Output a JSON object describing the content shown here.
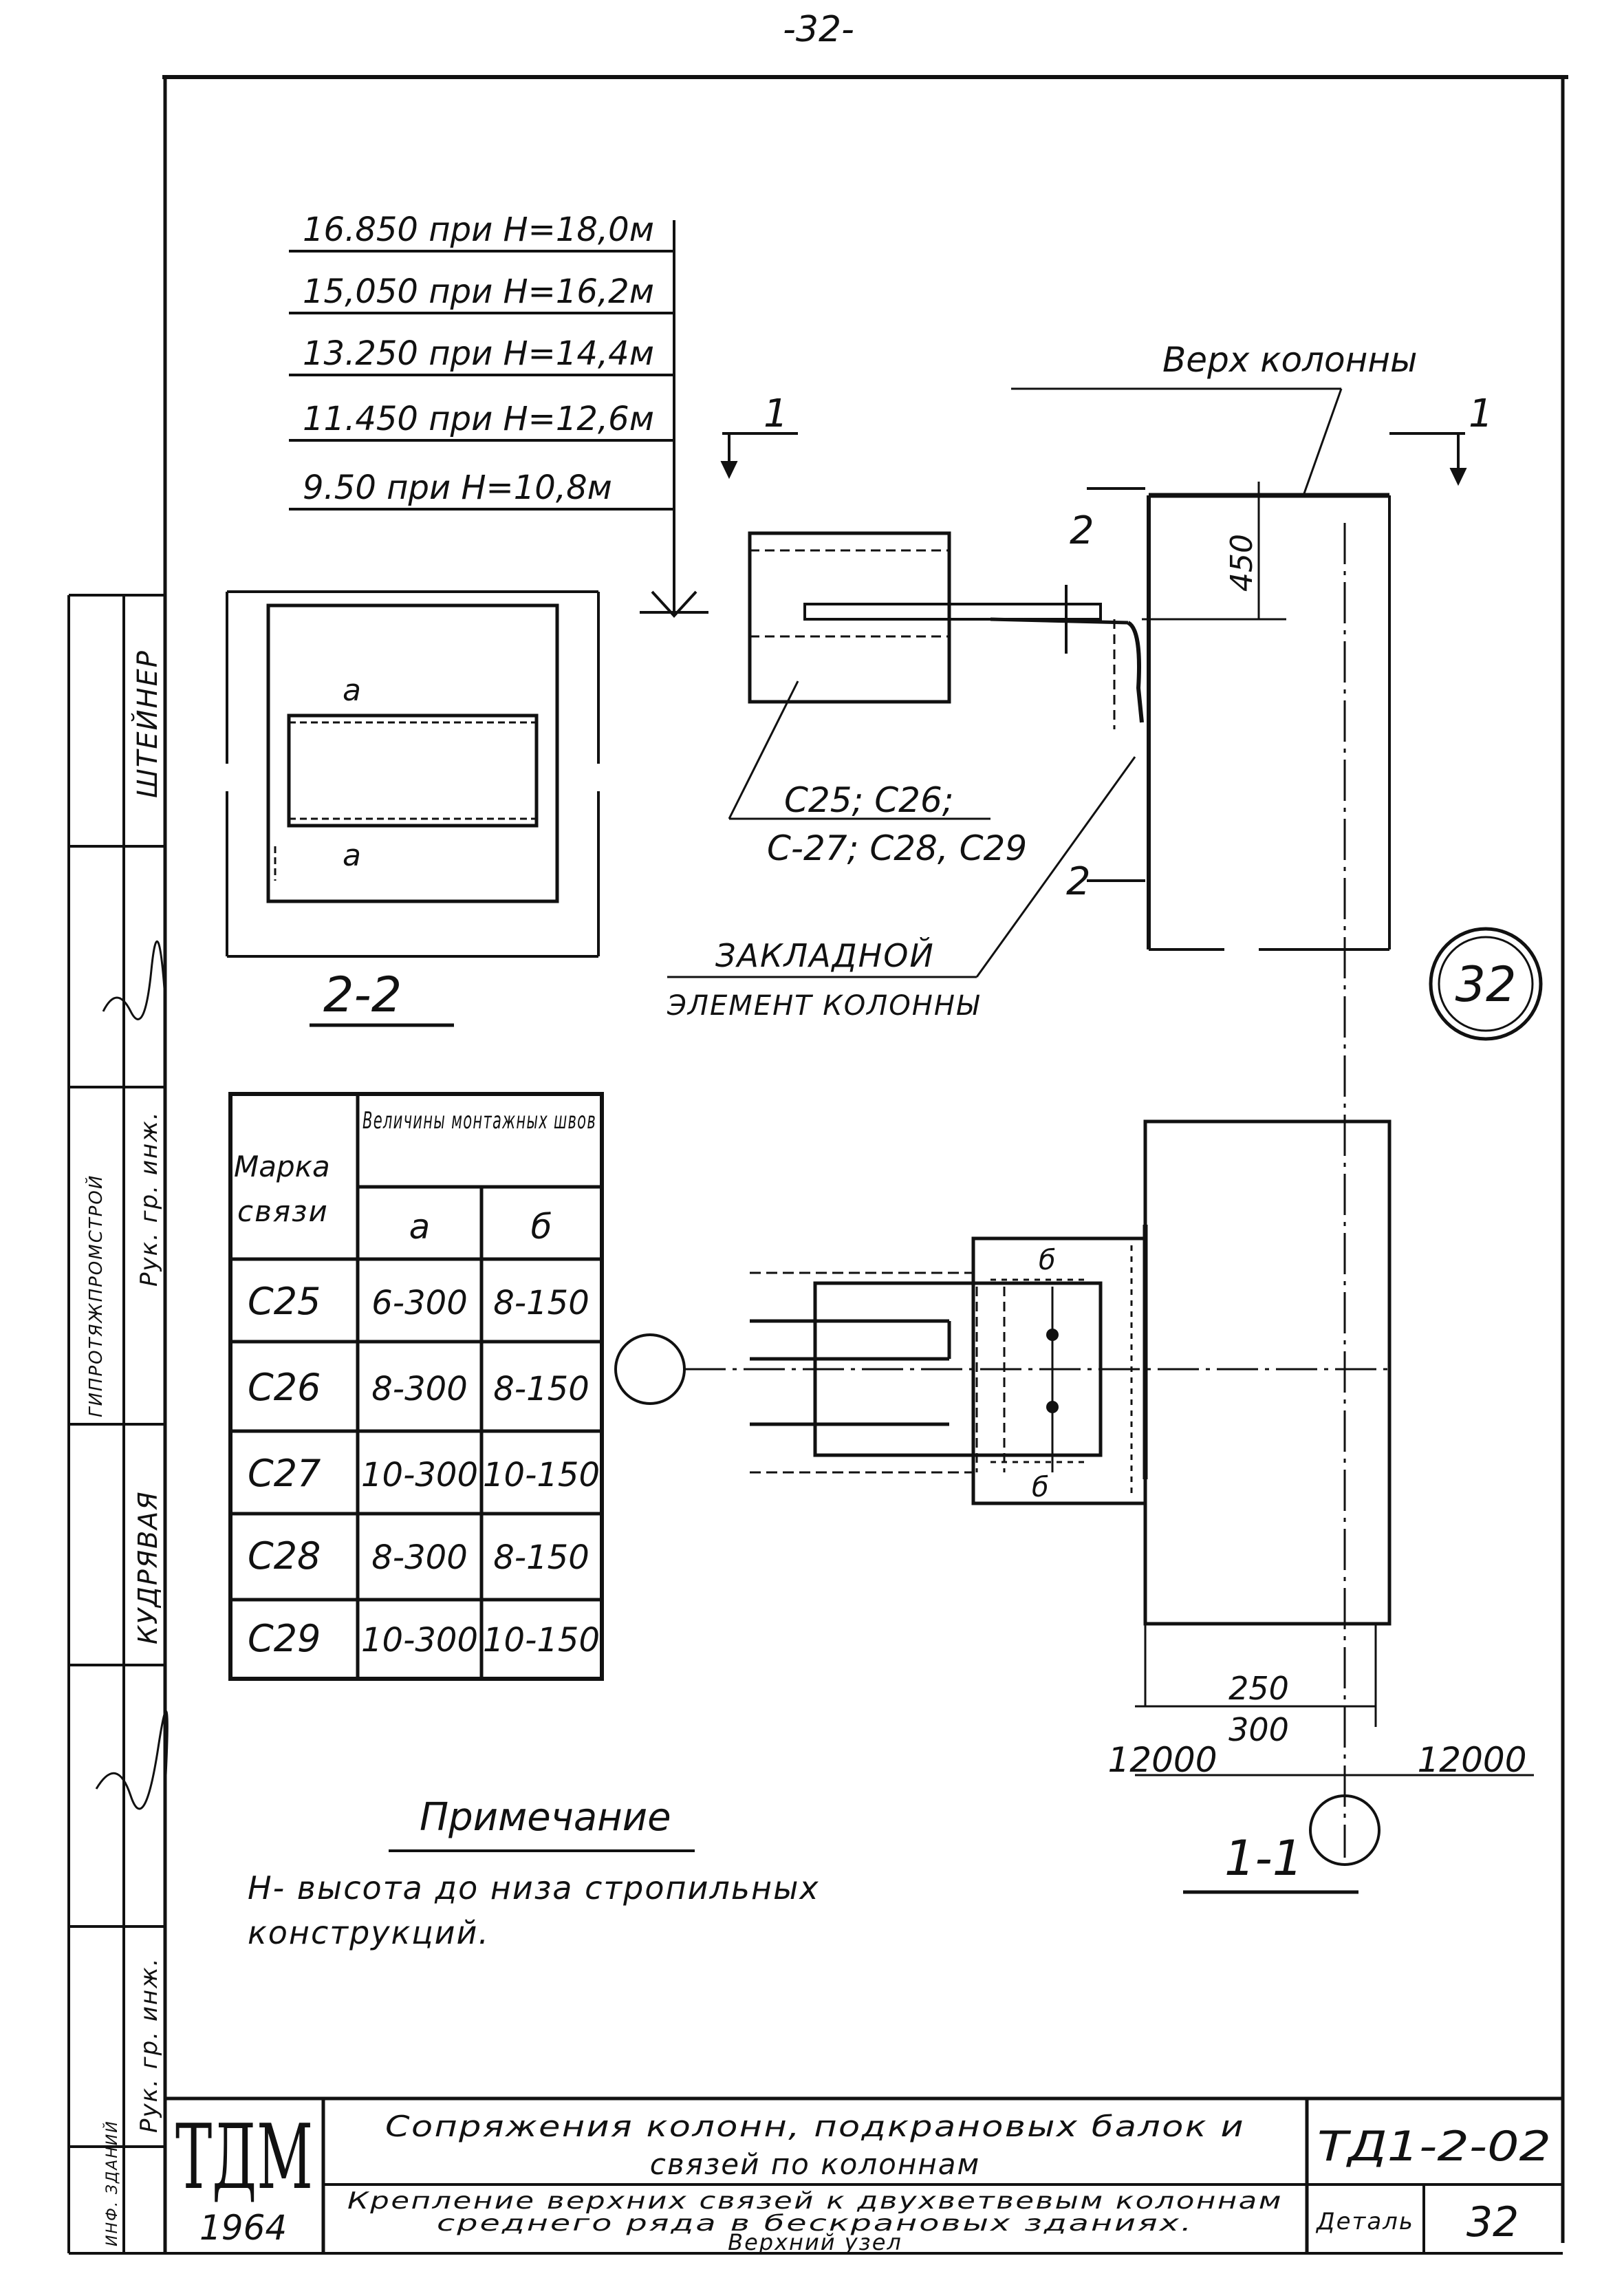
{
  "page_number": "-32-",
  "elevations": [
    "16.850 при  H=18,0м",
    "15,050 при  H=16,2м",
    "13.250 при  H=14,4м",
    "11.450 при  H=12,6м",
    "9.50  при  H=10,8м"
  ],
  "top_of_column_label": "Верх колонны",
  "section_marks": {
    "s1": "1",
    "s2": "2",
    "section_2_2": "2-2",
    "section_1_1": "1-1"
  },
  "dimensions": {
    "d450": "450",
    "d250": "250",
    "d300": "300",
    "axis_left": "12000",
    "axis_right": "12000"
  },
  "weld_labels": {
    "a": "а",
    "b": "б"
  },
  "brace_marks_line1": "С25; С26;",
  "brace_marks_line2": "С-27; С28, С29",
  "embedded_line1": "ЗАКЛАДНОЙ",
  "embedded_line2": "ЭЛЕМЕНТ КОЛОННЫ",
  "node_number": "32",
  "table": {
    "header_mark_1": "Марка",
    "header_mark_2": "связи",
    "header_values": "Величины монтажных швов",
    "col_a": "а",
    "col_b": "б",
    "rows": [
      [
        "С25",
        "6-300",
        "8-150"
      ],
      [
        "С26",
        "8-300",
        "8-150"
      ],
      [
        "С27",
        "10-300",
        "10-150"
      ],
      [
        "С28",
        "8-300",
        "8-150"
      ],
      [
        "С29",
        "10-300",
        "10-150"
      ]
    ]
  },
  "note": {
    "title": "Примечание",
    "line1": "Н- высота до низа стропильных",
    "line2": "конструкций."
  },
  "title_block": {
    "logo": "ТДМ",
    "year": "1964",
    "title_1": "Сопряжения колонн, подкрановых балок и",
    "title_2": "связей по колоннам",
    "subtitle_1": "Крепление верхних связей к двухветвевым колоннам",
    "subtitle_2": "среднего ряда в бескрановых зданиях.",
    "subtitle_3": "Верхний узел",
    "series": "ТД1-2-02",
    "detail_label": "Деталь",
    "detail_number": "32"
  },
  "side_stamp": [
    "ШТЕЙНЕР",
    "Рук. гр. инж.",
    "ГИПРОТЯЖПРОМСТРОЙ",
    "КУДРЯВАЯ",
    "Рук. гр. инж.",
    "ИНФ. ЗДАНИЙ"
  ]
}
